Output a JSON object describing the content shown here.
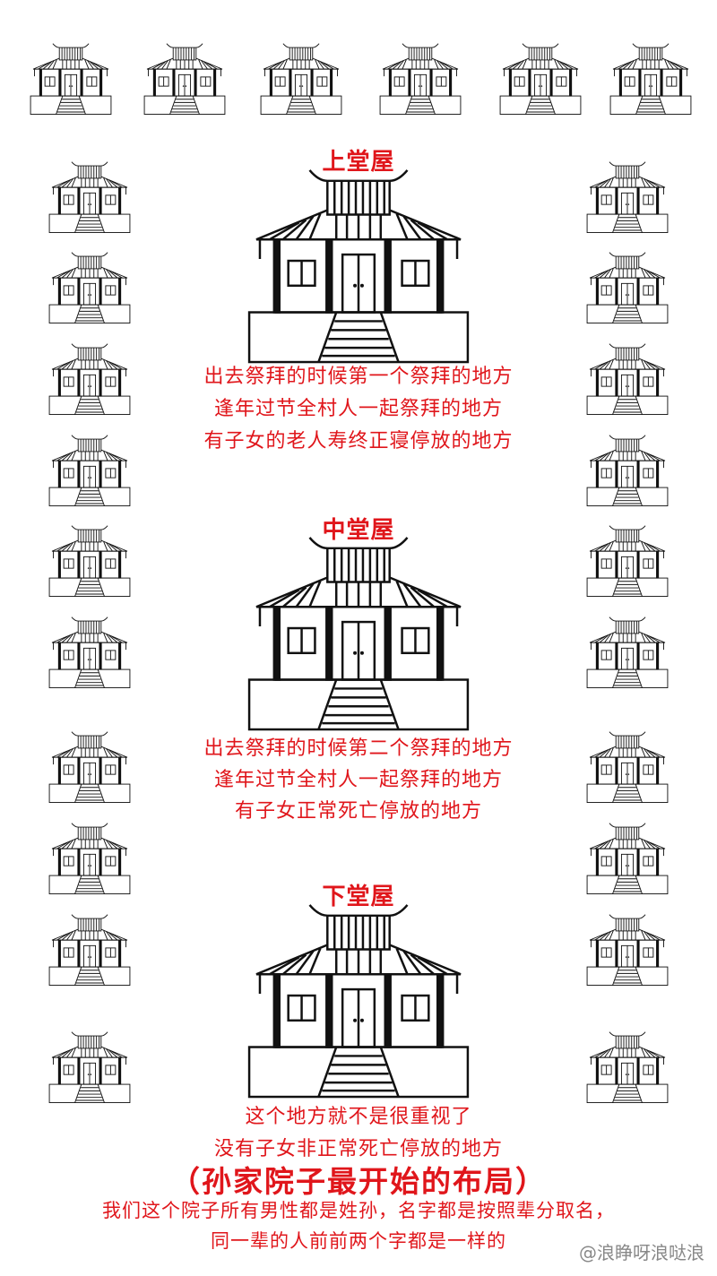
{
  "upper_hall": {
    "title": "上堂屋",
    "lines": [
      "出去祭拜的时候第一个祭拜的地方",
      "逢年过节全村人一起祭拜的地方",
      "有子女的老人寿终正寝停放的地方"
    ]
  },
  "middle_hall": {
    "title": "中堂屋",
    "lines": [
      "出去祭拜的时候第二个祭拜的地方",
      "逢年过节全村人一起祭拜的地方",
      "有子女正常死亡停放的地方"
    ]
  },
  "lower_hall": {
    "title": "下堂屋",
    "lines": [
      "这个地方就不是很重视了",
      "没有子女非正常死亡停放的地方"
    ]
  },
  "summary": {
    "heading": "（孙家院子最开始的布局）",
    "lines": [
      "我们这个院子所有男性都是姓孙，名字都是按照辈分取名，",
      "同一辈的人前前两个字都是一样的"
    ]
  },
  "watermark": "@浪睁呀浪哒浪",
  "colors": {
    "text": "#e0161b",
    "outline": "#111111",
    "background": "#ffffff"
  },
  "icons": {
    "house": "traditional-hall-house-icon"
  }
}
